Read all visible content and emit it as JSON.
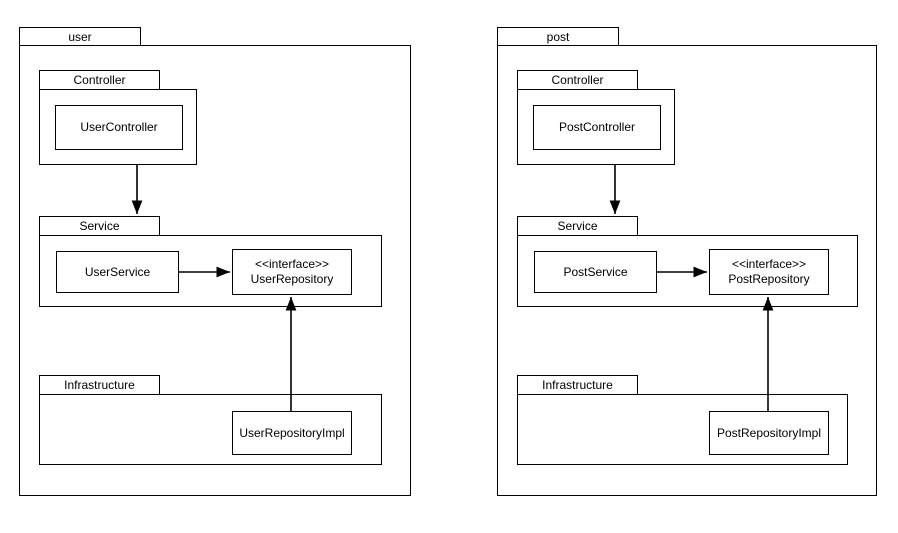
{
  "diagram": {
    "type": "uml-package-diagram",
    "background_color": "#ffffff",
    "line_color": "#000000",
    "text_color": "#000000"
  },
  "packages": [
    {
      "id": "user",
      "label": "user",
      "sub_packages": [
        {
          "id": "user-controller-pkg",
          "label": "Controller",
          "classes": [
            {
              "id": "UserController",
              "name": "UserController",
              "stereotype": ""
            }
          ]
        },
        {
          "id": "user-service-pkg",
          "label": "Service",
          "classes": [
            {
              "id": "UserService",
              "name": "UserService",
              "stereotype": ""
            },
            {
              "id": "UserRepository",
              "name": "UserRepository",
              "stereotype": "<<interface>>"
            }
          ]
        },
        {
          "id": "user-infrastructure-pkg",
          "label": "Infrastructure",
          "classes": [
            {
              "id": "UserRepositoryImpl",
              "name": "UserRepositoryImpl",
              "stereotype": ""
            }
          ]
        }
      ],
      "edges": [
        {
          "from": "Controller",
          "to": "Service",
          "kind": "dependency"
        },
        {
          "from": "UserService",
          "to": "UserRepository",
          "kind": "dependency"
        },
        {
          "from": "UserRepositoryImpl",
          "to": "UserRepository",
          "kind": "realization"
        }
      ]
    },
    {
      "id": "post",
      "label": "post",
      "sub_packages": [
        {
          "id": "post-controller-pkg",
          "label": "Controller",
          "classes": [
            {
              "id": "PostController",
              "name": "PostController",
              "stereotype": ""
            }
          ]
        },
        {
          "id": "post-service-pkg",
          "label": "Service",
          "classes": [
            {
              "id": "PostService",
              "name": "PostService",
              "stereotype": ""
            },
            {
              "id": "PostRepository",
              "name": "PostRepository",
              "stereotype": "<<interface>>"
            }
          ]
        },
        {
          "id": "post-infrastructure-pkg",
          "label": "Infrastructure",
          "classes": [
            {
              "id": "PostRepositoryImpl",
              "name": "PostRepositoryImpl",
              "stereotype": ""
            }
          ]
        }
      ],
      "edges": [
        {
          "from": "Controller",
          "to": "Service",
          "kind": "dependency"
        },
        {
          "from": "PostService",
          "to": "PostRepository",
          "kind": "dependency"
        },
        {
          "from": "PostRepositoryImpl",
          "to": "PostRepository",
          "kind": "realization"
        }
      ]
    }
  ]
}
